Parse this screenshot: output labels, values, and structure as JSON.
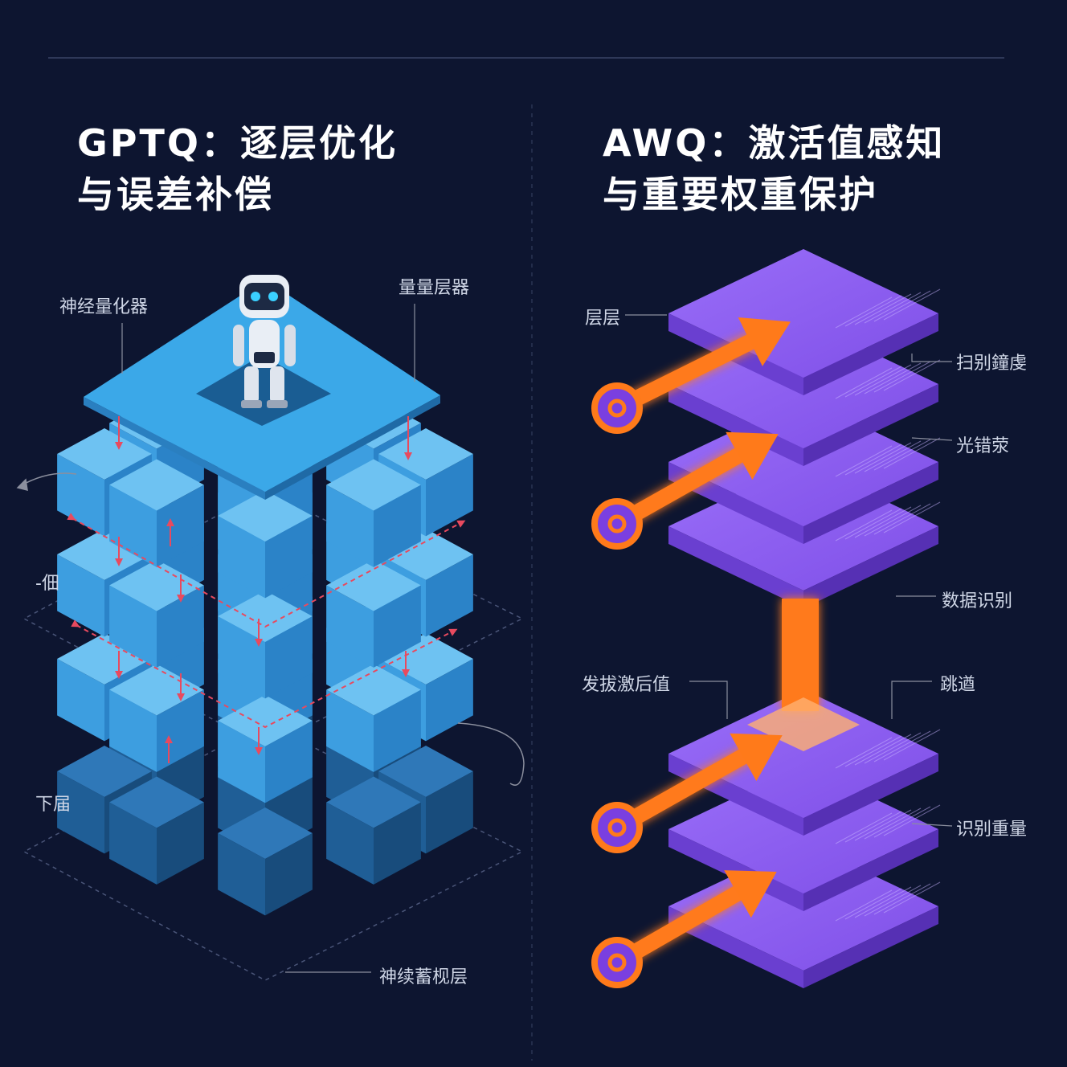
{
  "left_panel": {
    "title_line1": "GPTQ：逐层优化",
    "title_line2": "与误差补偿",
    "labels": {
      "top_left": "神经量化器",
      "top_right": "量量层器",
      "mid_left": "-佃",
      "bottom_left": "下届",
      "bottom": "神续蓄枧层"
    },
    "icons": [
      "robot-icon",
      "cube-icon",
      "arrow-icon"
    ]
  },
  "right_panel": {
    "title_line1": "AWQ：激活值感知",
    "title_line2": "与重要权重保护",
    "labels": {
      "layer": "层层",
      "scan": "扫别鐘虔",
      "light": "光错荥",
      "data": "数据识别",
      "activation": "发拔激后值",
      "skip": "跳遒",
      "weight": "识别重量"
    },
    "icons": [
      "upload-icon",
      "ring-icon",
      "arrow-icon"
    ]
  },
  "colors": {
    "background": "#0d1530",
    "cube_blue": "#3d9ee0",
    "plate_blue": "#3ba8e8",
    "purple_layer": "#8a5cf2",
    "orange_arrow": "#ff7a1a",
    "red_dashed": "#e84a5f"
  }
}
